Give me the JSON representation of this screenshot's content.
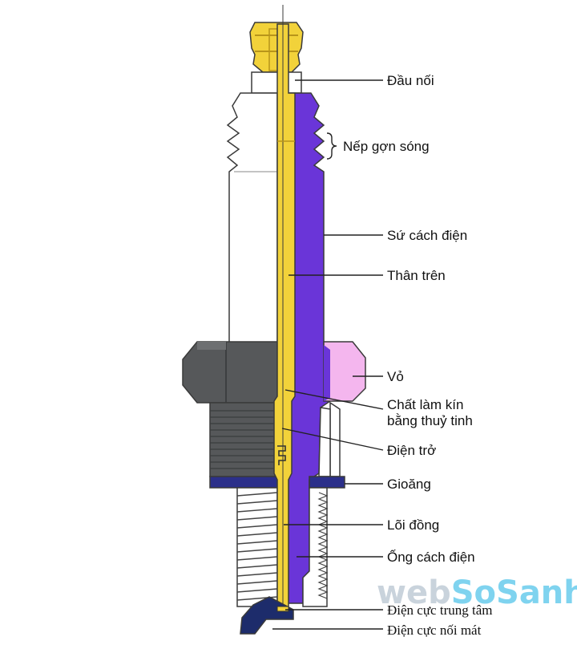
{
  "labels": {
    "dau_noi": "Đầu nối",
    "nep_gon_song": "Nếp gợn sóng",
    "su_cach_dien": "Sứ cách điện",
    "than_tren": "Thân trên",
    "vo": "Vỏ",
    "chat_lam_kin_1": "Chất làm kín",
    "chat_lam_kin_2": "bằng thuỷ tinh",
    "dien_tro": "Điện trở",
    "gioang": "Gioăng",
    "loi_dong": "Lõi đồng",
    "ong_cach_dien": "Ống cách điện",
    "dien_cuc_trung_tam": "Điện cực trung tâm",
    "dien_cuc_noi_mat": "Điện cực nối mát"
  },
  "watermark": {
    "part1": "web",
    "part2": "SoSanh"
  },
  "colors": {
    "core_yellow": "#f2d23a",
    "insulator_purple": "#6a35d8",
    "shell_gray": "#56585a",
    "nut_pink": "#f4b6ee",
    "gasket_blue": "#2b2f8a",
    "electrode_blue": "#1d2c6b"
  }
}
